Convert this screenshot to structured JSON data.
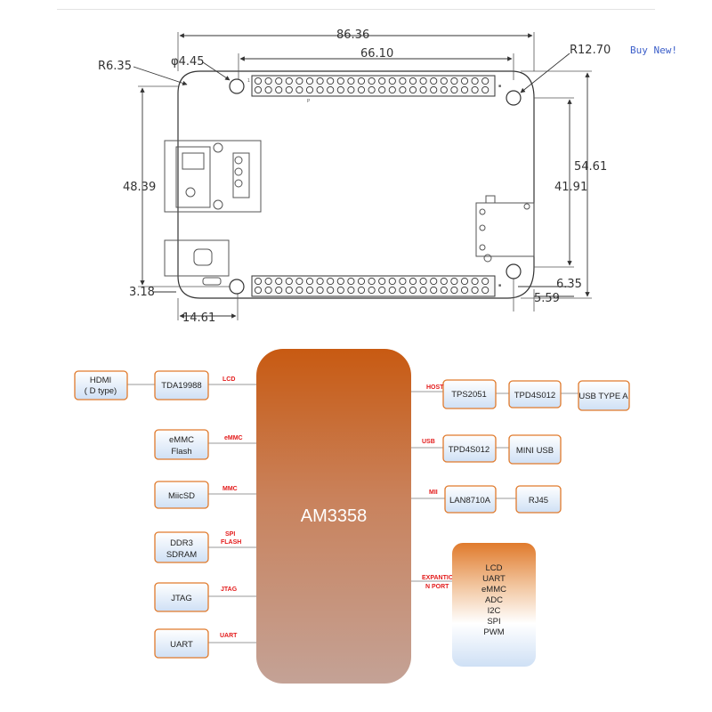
{
  "store": {
    "buy_new_label": "Buy New!"
  },
  "mechanical_drawing": {
    "dimensions": {
      "overall_width": "86.36",
      "header_pitch_width": "66.10",
      "hole_diameter": "φ4.45",
      "corner_radius_small": "R6.35",
      "corner_radius_large": "R12.70",
      "hole_span_left": "48.39",
      "overall_height": "54.61",
      "hole_span_right": "41.91",
      "bottom_left_offset": "3.18",
      "bottom_left_hole_x": "14.61",
      "bottom_right_offset_y": "6.35",
      "bottom_right_offset_x": "5.59"
    }
  },
  "block_diagram": {
    "processor": {
      "label": "AM3358"
    },
    "left_blocks": [
      {
        "label_lines": [
          "HDMI",
          "( D type)"
        ],
        "chip": "TDA19988",
        "signal": "LCD"
      },
      {
        "label_lines": [
          "eMMC",
          "Flash"
        ],
        "signal": "eMMC"
      },
      {
        "label_lines": [
          "MiicSD"
        ],
        "signal": "MMC"
      },
      {
        "label_lines": [
          "DDR3",
          "SDRAM"
        ],
        "signal_lines": [
          "SPI",
          "FLASH"
        ]
      },
      {
        "label_lines": [
          "JTAG"
        ],
        "signal": "JTAG"
      },
      {
        "label_lines": [
          "UART"
        ],
        "signal": "UART"
      }
    ],
    "right_blocks": [
      {
        "signal": "HOST",
        "chain": [
          "TPS2051",
          "TPD4S012",
          "USB TYPE A"
        ]
      },
      {
        "signal": "USB",
        "chain": [
          "TPD4S012",
          "MINI USB"
        ]
      },
      {
        "signal": "MII",
        "chain": [
          "LAN8710A",
          "RJ45"
        ]
      }
    ],
    "expansion": {
      "signal_lines": [
        "EXPANTIO",
        "N PORT"
      ],
      "items": [
        "LCD",
        "UART",
        "eMMC",
        "ADC",
        "I2C",
        "SPI",
        "PWM"
      ]
    },
    "colors": {
      "accent": "#e07a2c",
      "processor_top": "#c85a12",
      "processor_bottom": "#c4a296",
      "signal": "#e31b1b"
    }
  }
}
